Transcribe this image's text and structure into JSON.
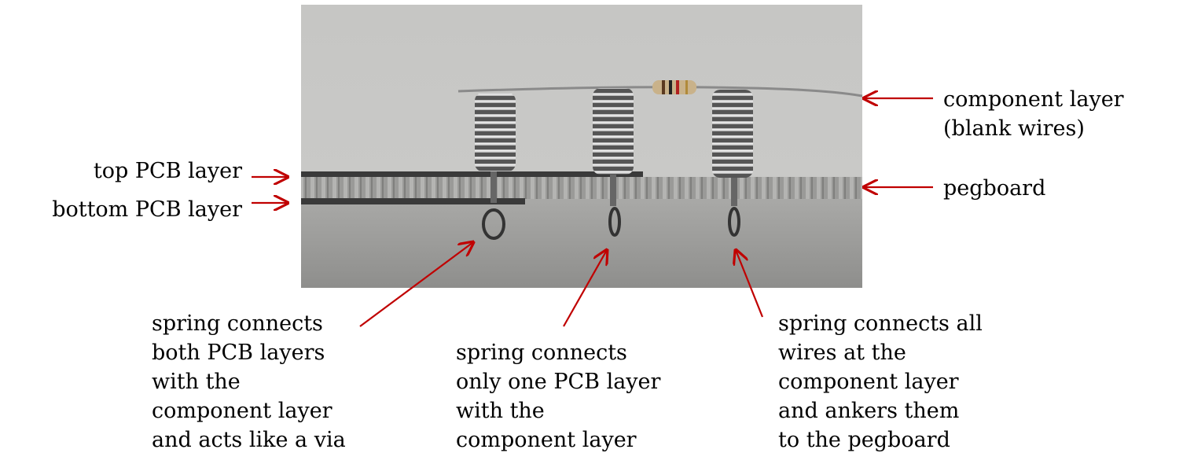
{
  "labels": {
    "component_layer": [
      "component layer",
      "(blank wires)"
    ],
    "pegboard": "pegboard",
    "top_pcb": "top PCB layer",
    "bottom_pcb": "bottom PCB layer",
    "via_spring": [
      "spring connects",
      "both PCB layers",
      "with the",
      "component layer",
      "and acts like a via"
    ],
    "single_spring": [
      "spring connects",
      "only one PCB layer",
      "with the",
      "component layer"
    ],
    "anchor_spring": [
      "spring connects all",
      "wires at the",
      "component layer",
      "and ankers them",
      "to the pegboard"
    ]
  },
  "colors": {
    "arrow": "#c00000"
  }
}
